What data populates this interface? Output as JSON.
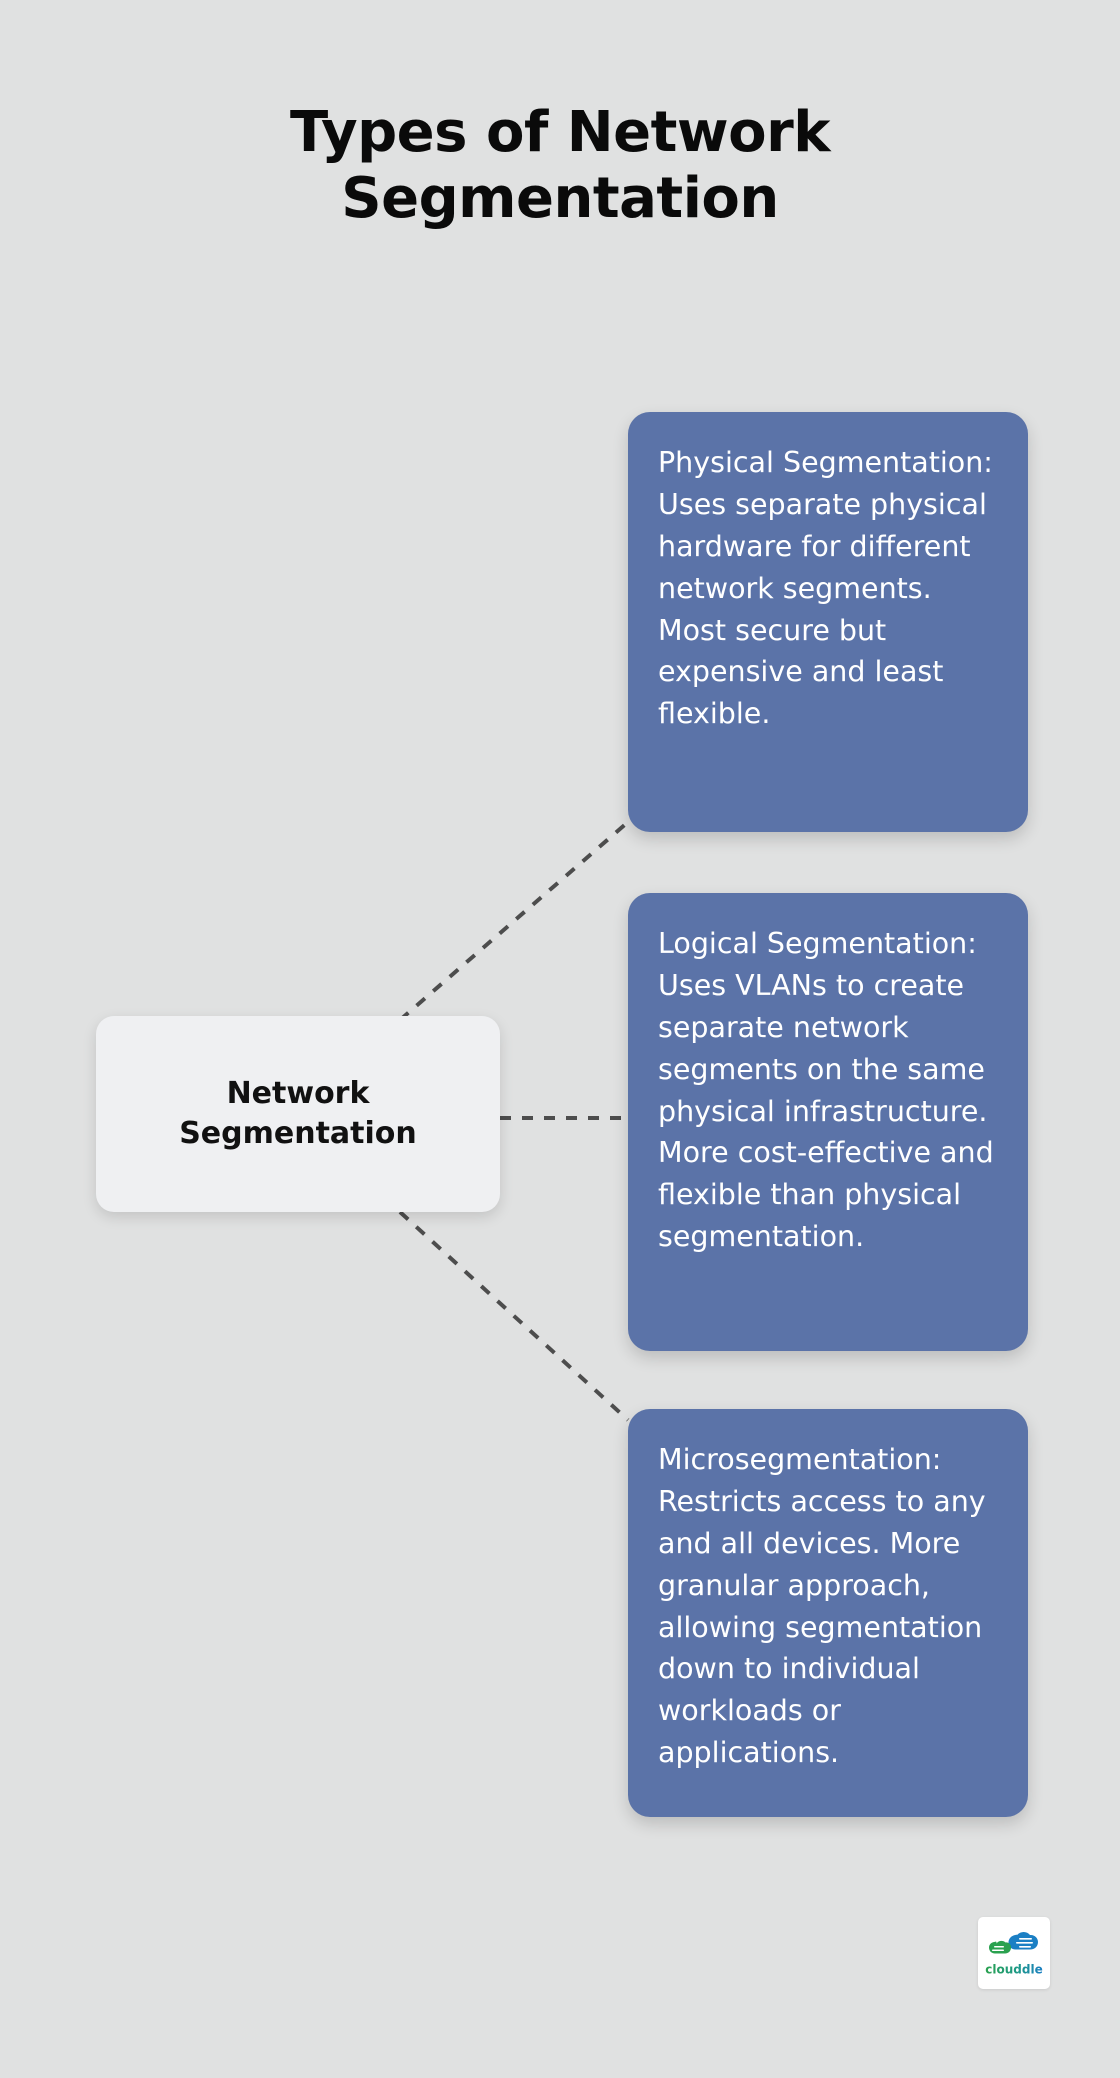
{
  "page": {
    "title": "Types of Network Segmentation",
    "background_color": "#e0e1e1"
  },
  "center_node": {
    "label": "Network Segmentation",
    "background_color": "#eff0f2",
    "text_color": "#111111"
  },
  "connector": {
    "style": "dashed",
    "color": "#4d4d4d"
  },
  "cards": [
    {
      "id": "physical-segmentation",
      "text": "Physical Segmentation: Uses separate physical hardware for different network segments. Most secure but expensive and least flexible.",
      "background_color": "#5b73a8",
      "text_color": "#ffffff"
    },
    {
      "id": "logical-segmentation",
      "text": "Logical Segmentation: Uses VLANs to create separate network segments on the same physical infrastructure. More cost-effective and flexible than physical segmentation.",
      "background_color": "#5b73a8",
      "text_color": "#ffffff"
    },
    {
      "id": "microsegmentation",
      "text": "Microsegmentation: Restricts access to any and all devices. More granular approach, allowing segmentation down to individual workloads or applications.",
      "background_color": "#5b73a8",
      "text_color": "#ffffff"
    }
  ],
  "logo": {
    "name": "clouddle",
    "wordmark": "clouddle",
    "color_start": "#2aa14f",
    "color_end": "#1b7fc4"
  },
  "chart_data": {
    "type": "diagram",
    "diagram_type": "mind-map",
    "title": "Types of Network Segmentation",
    "root": "Network Segmentation",
    "branches": [
      {
        "label": "Physical Segmentation",
        "description": "Uses separate physical hardware for different network segments. Most secure but expensive and least flexible."
      },
      {
        "label": "Logical Segmentation",
        "description": "Uses VLANs to create separate network segments on the same physical infrastructure. More cost-effective and flexible than physical segmentation."
      },
      {
        "label": "Microsegmentation",
        "description": "Restricts access to any and all devices. More granular approach, allowing segmentation down to individual workloads or applications."
      }
    ]
  }
}
